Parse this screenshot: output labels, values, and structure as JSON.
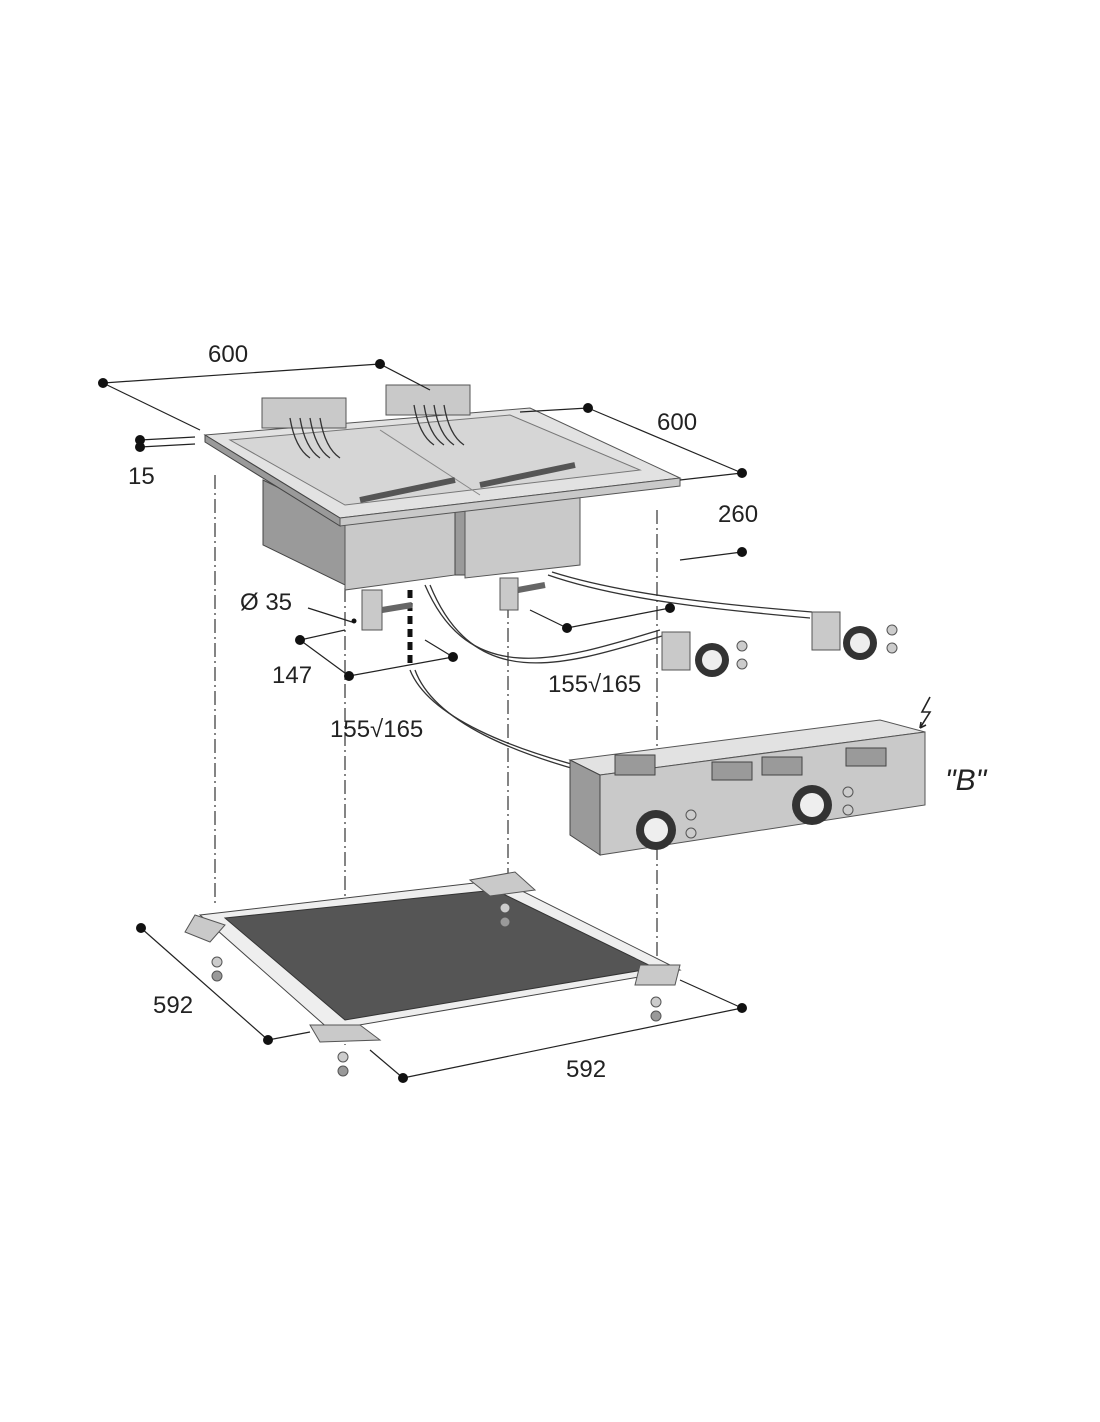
{
  "diagram": {
    "dimensions": {
      "top_width": "600",
      "top_depth": "600",
      "rim_height": "15",
      "tank_height": "260",
      "drain_diameter": "Ø 35",
      "drain_offset": "147",
      "cable_length_left": "155√165",
      "cable_length_right": "155√165",
      "base_depth": "592",
      "base_width": "592"
    },
    "control_box_label": "\"B\"",
    "icons": [
      "lightning-bolt-icon"
    ]
  }
}
